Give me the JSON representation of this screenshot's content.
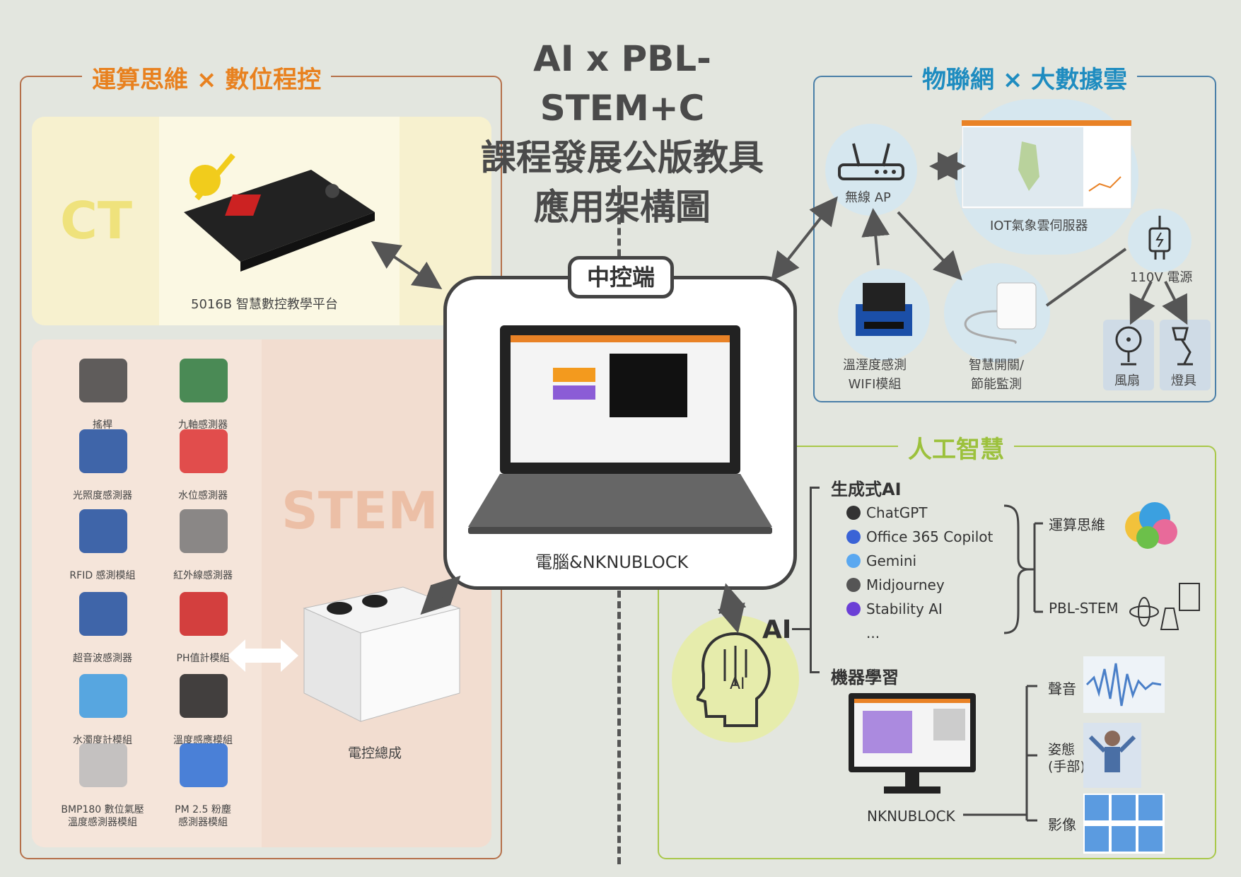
{
  "title": {
    "line1": "AI x PBL-STEM+C",
    "line2": "課程發展公版教具",
    "line3": "應用架構圖"
  },
  "left_section": {
    "title": "運算思維 × 數位程控",
    "color": "#e8811f"
  },
  "ct": {
    "watermark": "CT",
    "platform_label": "5016B 智慧數控教學平台"
  },
  "stem": {
    "watermark": "STEM",
    "sensors": [
      "搖桿",
      "九軸感測器",
      "光照度感測器",
      "水位感測器",
      "RFID 感測模組",
      "紅外線感測器",
      "超音波感測器",
      "PH值計模組",
      "水濁度計模組",
      "溫度感應模組",
      "BMP180 數位氣壓\n溫度感測器模組",
      "PM 2.5 粉塵\n感測器模組"
    ],
    "controller_label": "電控總成"
  },
  "center": {
    "badge": "中控端",
    "label": "電腦&NKNUBLOCK"
  },
  "iot": {
    "title": "物聯網 × 大數據雲",
    "color": "#1e8cc0",
    "ap_label": "無線 AP",
    "server_label": "IOT氣象雲伺服器",
    "power_label": "110V 電源",
    "sensor_label": "溫溼度感測\nWIFI模組",
    "switch_label": "智慧開關/\n節能監測",
    "fan_label": "風扇",
    "lamp_label": "燈具"
  },
  "ai": {
    "title": "人工智慧",
    "color": "#9cc13c",
    "badge": "AI",
    "head_text": "AI",
    "gen_title": "生成式AI",
    "gen_items": [
      "ChatGPT",
      "Office 365 Copilot",
      "Gemini",
      "Midjourney",
      "Stability AI",
      "..."
    ],
    "outcomes": [
      "運算思維",
      "PBL-STEM"
    ],
    "ml_title": "機器學習",
    "ml_label": "NKNUBLOCK",
    "ml_items": [
      "聲音",
      "姿態\n(手部)",
      "影像"
    ]
  }
}
